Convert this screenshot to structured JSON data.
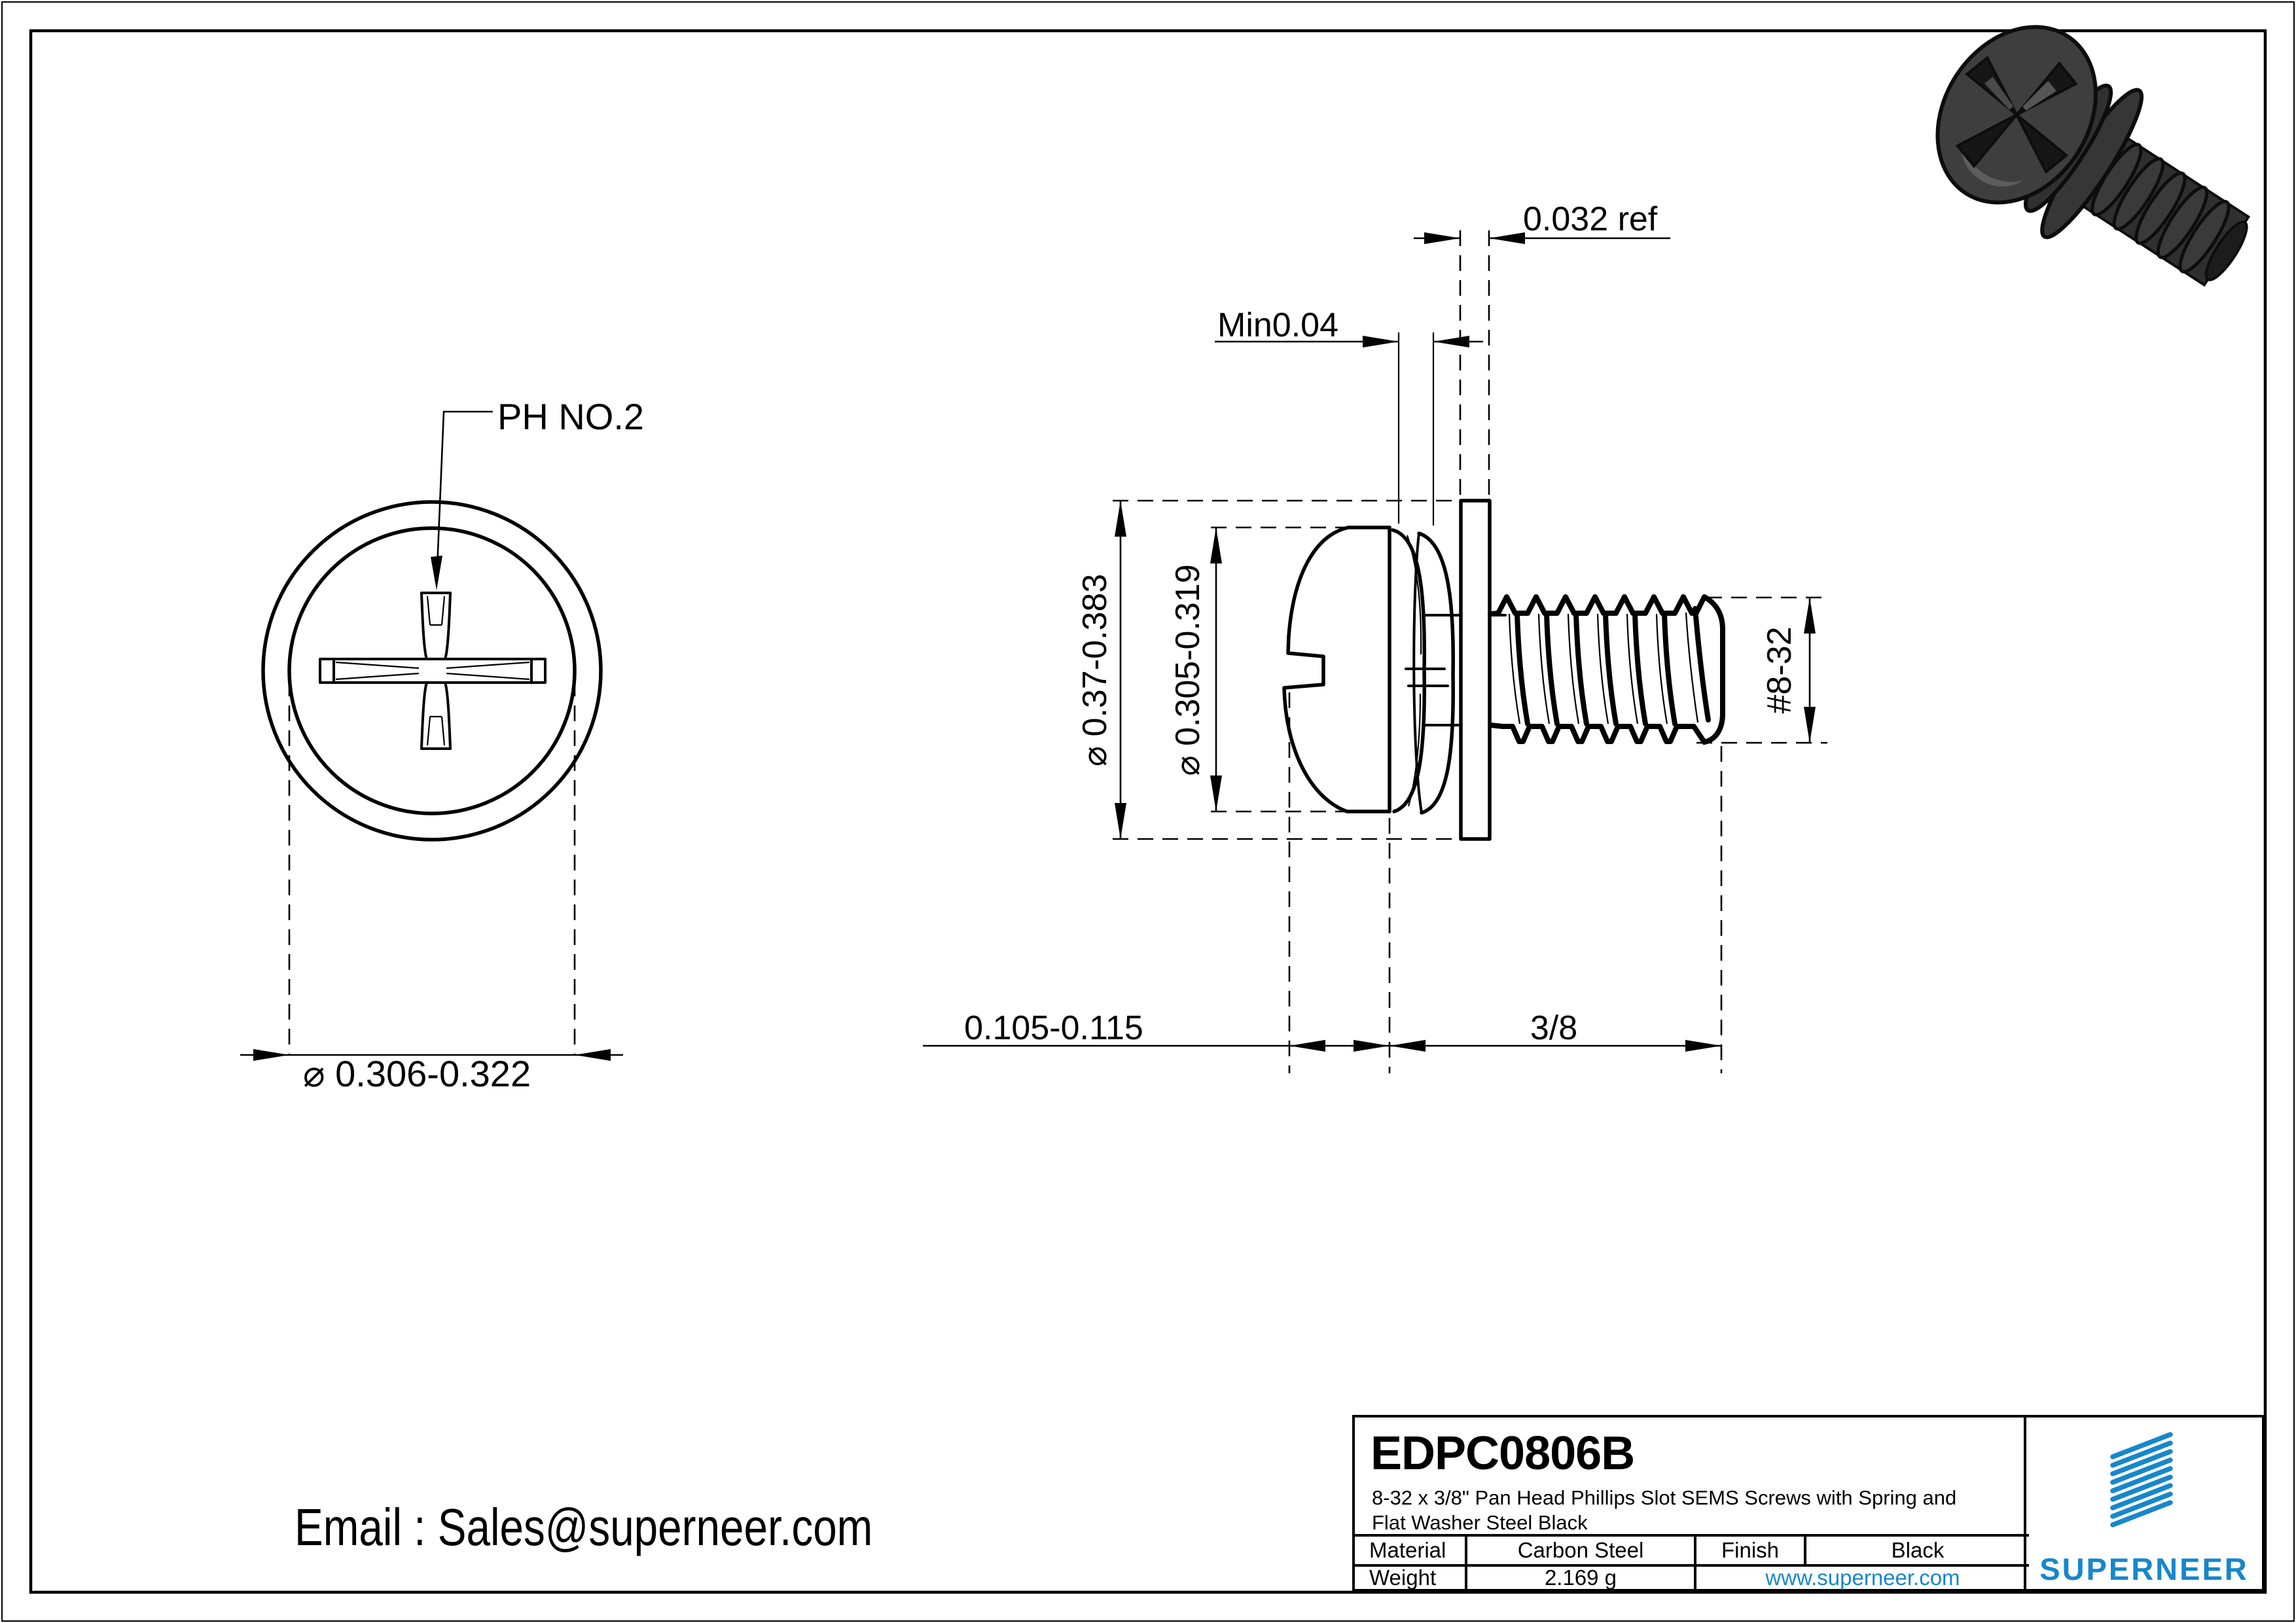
{
  "front_view": {
    "drive_label": "PH NO.2",
    "head_diameter": "⌀ 0.306-0.322"
  },
  "side_view": {
    "flat_washer_thickness": "0.032 ref",
    "spring_washer_min_thickness": "Min0.04",
    "flat_washer_od": "⌀ 0.37-0.383",
    "spring_washer_od": "⌀ 0.305-0.319",
    "thread_spec": "#8-32",
    "head_height": "0.105-0.115",
    "thread_length": "3/8"
  },
  "footer": {
    "email": "Email : Sales@superneer.com"
  },
  "title_block": {
    "part_number": "EDPC0806B",
    "description_line1": "8-32 x 3/8\" Pan Head Phillips Slot SEMS Screws with Spring and",
    "description_line2": "Flat Washer Steel Black",
    "material_label": "Material",
    "material_value": "Carbon Steel",
    "finish_label": "Finish",
    "finish_value": "Black",
    "weight_label": "Weight",
    "weight_value": "2.169 g",
    "website": "www.superneer.com",
    "brand": "SUPERNEER"
  },
  "colors": {
    "brand_blue": "#1787CB",
    "line_black": "#000000"
  }
}
